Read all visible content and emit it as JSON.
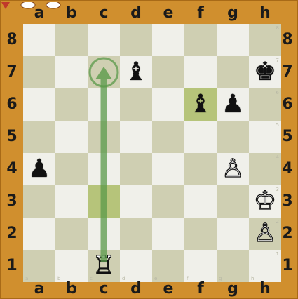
{
  "board": {
    "files": [
      "a",
      "b",
      "c",
      "d",
      "e",
      "f",
      "g",
      "h"
    ],
    "ranks": [
      "8",
      "7",
      "6",
      "5",
      "4",
      "3",
      "2",
      "1"
    ],
    "highlight_squares": [
      "c3",
      "f6"
    ],
    "arrow": {
      "from": "c1",
      "to": "c7",
      "color": "#5a9a4a"
    },
    "pieces": [
      {
        "square": "d7",
        "type": "bishop",
        "color": "black",
        "glyph": "♝"
      },
      {
        "square": "h7",
        "type": "king",
        "color": "black",
        "glyph": "♚"
      },
      {
        "square": "f6",
        "type": "bishop",
        "color": "black",
        "glyph": "♝"
      },
      {
        "square": "g6",
        "type": "pawn",
        "color": "black",
        "glyph": "♟"
      },
      {
        "square": "a4",
        "type": "pawn",
        "color": "black",
        "glyph": "♟"
      },
      {
        "square": "g4",
        "type": "pawn",
        "color": "white",
        "glyph": "♙"
      },
      {
        "square": "h3",
        "type": "king",
        "color": "white",
        "glyph": "♔"
      },
      {
        "square": "h2",
        "type": "pawn",
        "color": "white",
        "glyph": "♙"
      },
      {
        "square": "c1",
        "type": "rook",
        "color": "white",
        "glyph": "♖"
      }
    ]
  },
  "colors": {
    "frame": "#d08f2e",
    "light_square": "#f0f0ea",
    "dark_square": "#cfcfb2",
    "highlight": "#b6c47a",
    "arrow": "#5a9a4a"
  }
}
